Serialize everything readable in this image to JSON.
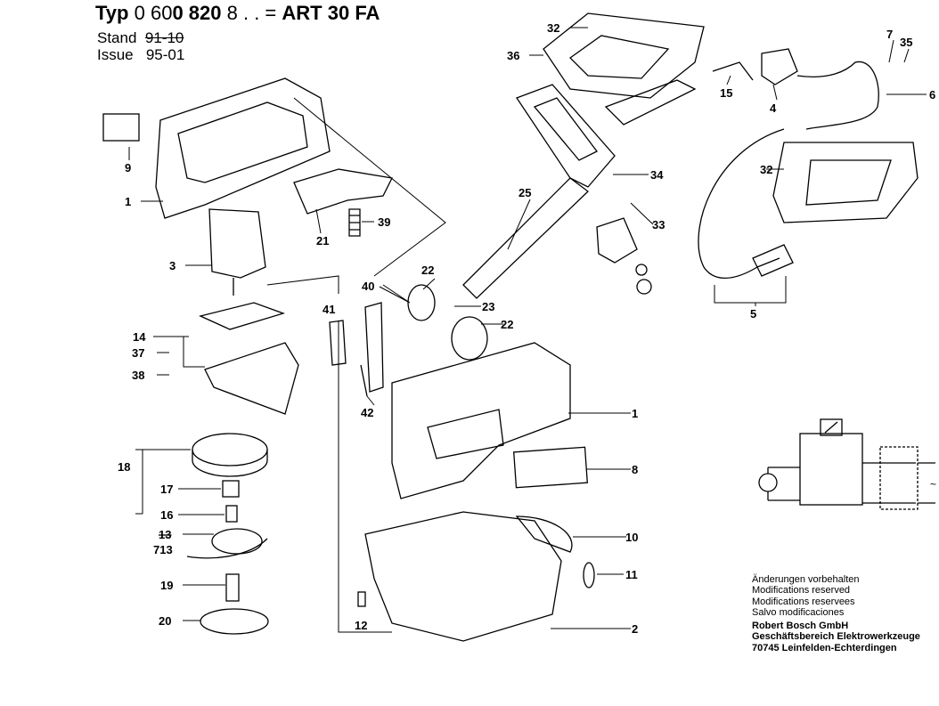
{
  "header": {
    "typ_prefix": "Typ",
    "typ_number_a": "0 60",
    "typ_number_b": "0 820",
    "typ_number_c": "8 . . =",
    "model": "ART 30 FA",
    "stand_label": "Stand",
    "stand_value_struck": "91-10",
    "issue_label": "Issue",
    "issue_value": "95-01"
  },
  "parts_labels": [
    "9",
    "1",
    "21",
    "39",
    "3",
    "14",
    "37",
    "38",
    "18",
    "17",
    "16",
    "13",
    "713",
    "19",
    "20",
    "41",
    "40",
    "42",
    "22",
    "23",
    "22",
    "25",
    "32",
    "36",
    "15",
    "4",
    "7",
    "35",
    "6",
    "34",
    "33",
    "32",
    "5",
    "1",
    "8",
    "10",
    "11",
    "12",
    "2"
  ],
  "notes": {
    "lines": [
      "Änderungen vorbehalten",
      "Modifications reserved",
      "Modifications reservees",
      "Salvo modificaciones"
    ],
    "company": [
      "Robert Bosch GmbH",
      "Geschäftsbereich Elektrowerkzeuge",
      "70745 Leinfelden-Echterdingen"
    ]
  },
  "colors": {
    "ink": "#000000",
    "background": "#ffffff"
  }
}
